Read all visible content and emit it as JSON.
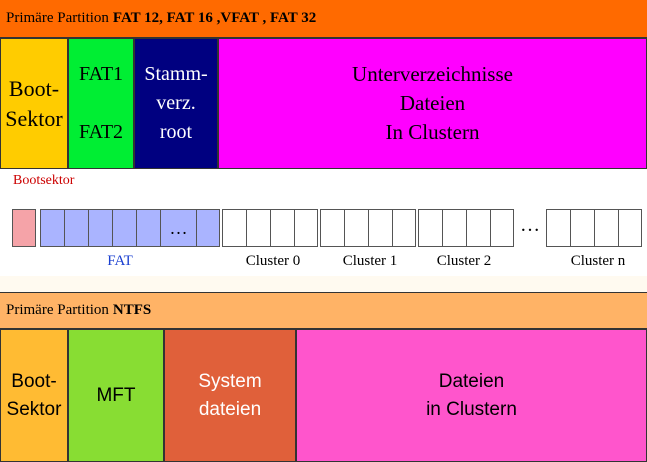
{
  "fat_section": {
    "header_prefix": "Primäre Partition",
    "header_bold": "FAT 12, FAT 16 ,VFAT , FAT 32",
    "boot": "Boot-\nSektor",
    "fat1": "FAT1",
    "fat2": "FAT2",
    "root": "Stamm-\nverz.\nroot",
    "data": "Unterverzeichnisse\nDateien\nIn Clustern",
    "bootsektor_label": "Bootsektor",
    "fat_ellipsis": "…",
    "cluster_ellipsis": "…",
    "fat_label": "FAT",
    "cluster_labels": [
      "Cluster 0",
      "Cluster 1",
      "Cluster 2",
      "Cluster n"
    ]
  },
  "ntfs_section": {
    "header_prefix": "Primäre Partition",
    "header_bold": "NTFS",
    "boot": "Boot-\nSektor",
    "mft": "MFT",
    "system": "System\ndateien",
    "data": "Dateien\nin Clustern"
  },
  "colors": {
    "fat_header": "#ff6a00",
    "boot": "#ffcc00",
    "fat": "#00ee33",
    "root": "#000080",
    "data": "#ff00ff",
    "fat_block": "#aab4ff",
    "bootsektor_block": "#f5a3a8",
    "ntfs_header": "#ffb366",
    "mft": "#88dd33",
    "system": "#e0603a",
    "ntfs_data": "#ff55cc",
    "ntfs_boot": "#ffbb33"
  }
}
